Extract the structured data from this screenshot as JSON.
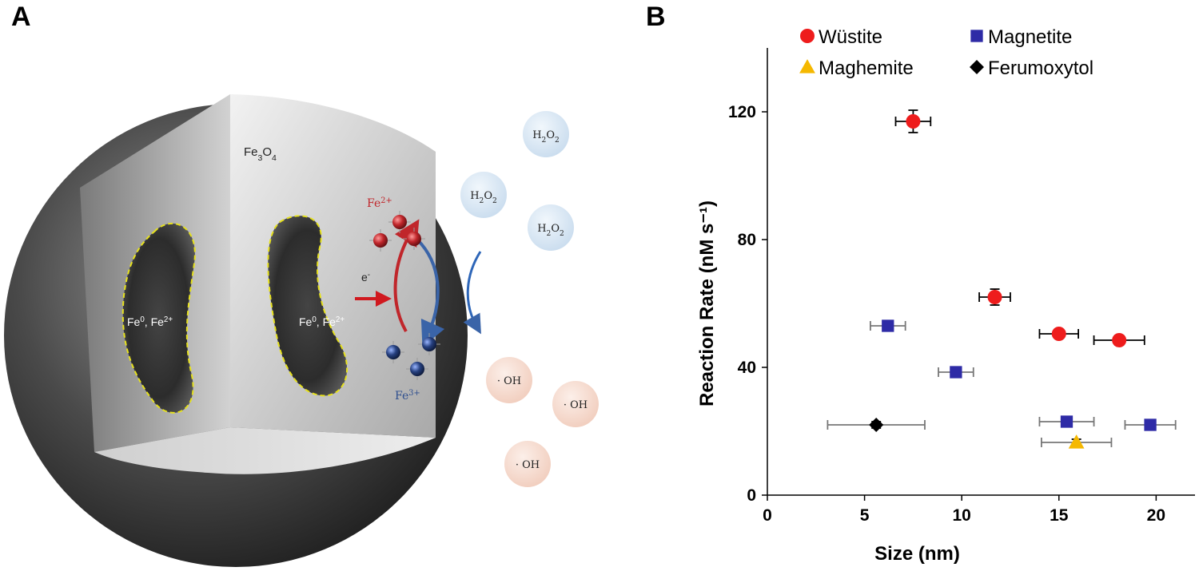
{
  "panel_a": {
    "label": "A",
    "shell_label": "Fe3O4",
    "core_label": "Fe0, Fe2+",
    "electron_label": "e-",
    "fe2_label": "Fe2+",
    "fe3_label": "Fe3+",
    "h2o2_label": "H2O2",
    "oh_label": "· OH",
    "colors": {
      "fe2": "#c0262b",
      "fe3": "#2f4f8f",
      "h2o2_bubble": "#d6e6f2",
      "oh_bubble": "#f7dcd0",
      "core_outline": "#e6e11e"
    }
  },
  "panel_b": {
    "label": "B"
  },
  "chart_data": {
    "type": "scatter",
    "xlabel": "Size (nm)",
    "ylabel": "Reaction Rate (nM s⁻¹)",
    "xlim": [
      0,
      22
    ],
    "ylim": [
      0,
      140
    ],
    "xticks": [
      0,
      5,
      10,
      15,
      20
    ],
    "yticks": [
      0,
      40,
      80,
      120
    ],
    "grid": false,
    "legend_position": "top",
    "series": [
      {
        "name": "Wüstite",
        "marker": "circle",
        "color": "#ee1c1c",
        "points": [
          {
            "x": 7.5,
            "y": 117,
            "xerr": 0.9,
            "yerr": 3.5
          },
          {
            "x": 11.7,
            "y": 62,
            "xerr": 0.8,
            "yerr": 2.5
          },
          {
            "x": 15.0,
            "y": 50.5,
            "xerr": 1.0,
            "yerr": 1.2
          },
          {
            "x": 18.1,
            "y": 48.5,
            "xerr": 1.3,
            "yerr": 1.5
          }
        ]
      },
      {
        "name": "Magnetite",
        "marker": "square",
        "color": "#2e2ba6",
        "points": [
          {
            "x": 6.2,
            "y": 53,
            "xerr": 0.9,
            "yerr": 1.0
          },
          {
            "x": 9.7,
            "y": 38.5,
            "xerr": 0.9,
            "yerr": 1.0
          },
          {
            "x": 15.4,
            "y": 23,
            "xerr": 1.4,
            "yerr": 1.0
          },
          {
            "x": 19.7,
            "y": 22,
            "xerr": 1.3,
            "yerr": 1.0
          }
        ]
      },
      {
        "name": "Maghemite",
        "marker": "triangle",
        "color": "#f5b800",
        "points": [
          {
            "x": 15.9,
            "y": 16.5,
            "xerr": 1.8,
            "yerr": 1.0
          }
        ]
      },
      {
        "name": "Ferumoxytol",
        "marker": "diamond",
        "color": "#000000",
        "points": [
          {
            "x": 5.6,
            "y": 22,
            "xerr": 2.5,
            "yerr": 1.0
          }
        ]
      }
    ]
  }
}
